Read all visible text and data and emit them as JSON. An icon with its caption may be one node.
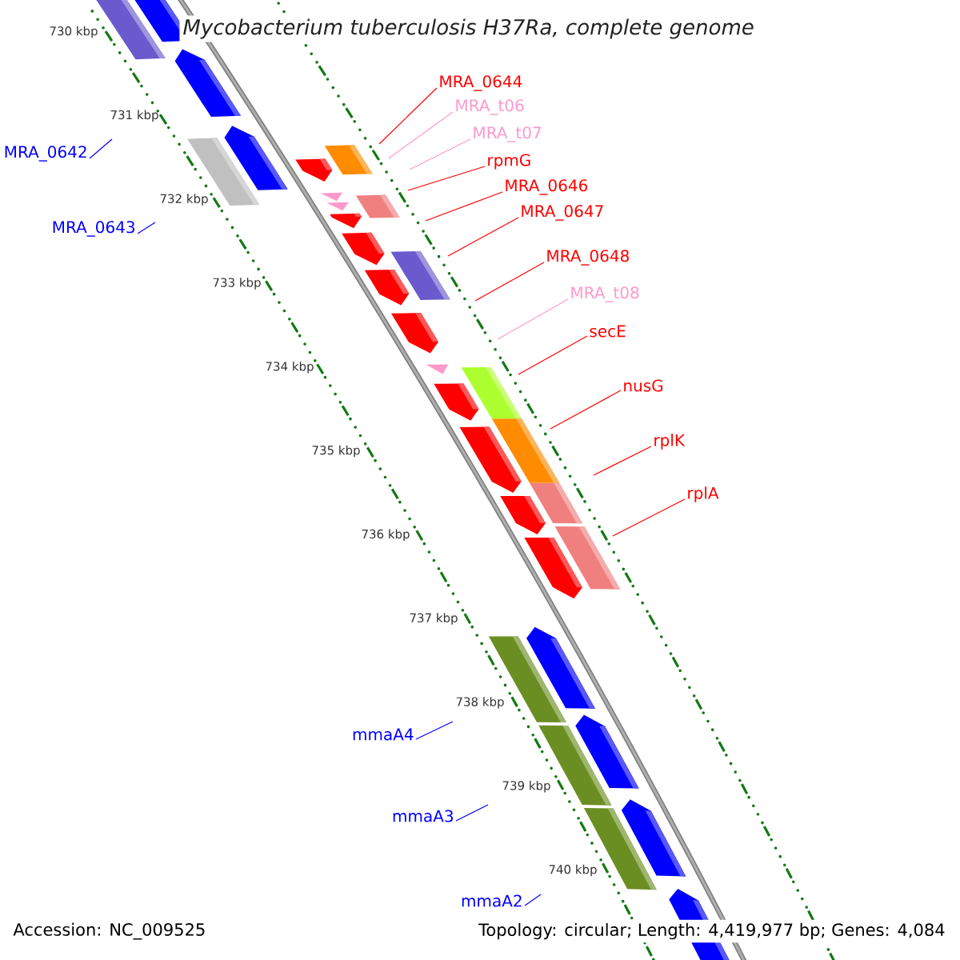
{
  "diagram": {
    "title": "Mycobacterium tuberculosis H37Ra, complete genome",
    "nodes": [
      {
        "text": [
          "MRA_0644"
        ]
      },
      {
        "text": [
          "MRA_t06"
        ]
      },
      {
        "text": [
          "MRA_t07"
        ]
      },
      {
        "text": [
          "MRA_0642"
        ]
      },
      {
        "text": [
          "rpmG"
        ]
      },
      {
        "text": [
          "MRA_0646"
        ]
      },
      {
        "text": [
          "MRA_0647"
        ]
      },
      {
        "text": [
          "MRA_0643"
        ]
      },
      {
        "text": [
          "MRA_0648"
        ]
      },
      {
        "text": [
          "MRA_t08"
        ]
      },
      {
        "text": [
          "secE"
        ]
      },
      {
        "text": [
          "nusG"
        ]
      },
      {
        "text": [
          "rplK"
        ]
      },
      {
        "text": [
          "rplA"
        ]
      },
      {
        "text": [
          "mmaA4"
        ]
      },
      {
        "text": [
          "mmaA3"
        ]
      },
      {
        "text": [
          "mmaA2"
        ]
      }
    ],
    "edges": [
      {
        "from": 0,
        "to": null,
        "arrow": "none"
      },
      {
        "from": 1,
        "to": null,
        "arrow": "none",
        "color": "#ff99cc"
      },
      {
        "from": 2,
        "to": null,
        "arrow": "none",
        "color": "#ff99cc"
      },
      {
        "from": 3,
        "to": null,
        "arrow": "none",
        "color": "#0000ff"
      },
      {
        "from": 4,
        "to": null,
        "arrow": "none"
      },
      {
        "from": 5,
        "to": null,
        "arrow": "none"
      },
      {
        "from": 6,
        "to": null,
        "arrow": "none"
      },
      {
        "from": 7,
        "to": null,
        "arrow": "none",
        "color": "#0000ff"
      },
      {
        "from": 8,
        "to": null,
        "arrow": "none"
      },
      {
        "from": 9,
        "to": null,
        "arrow": "none",
        "color": "#ff99cc"
      },
      {
        "from": 10,
        "to": null,
        "arrow": "none"
      },
      {
        "from": 11,
        "to": null,
        "arrow": "none"
      },
      {
        "from": 12,
        "to": null,
        "arrow": "none"
      },
      {
        "from": 13,
        "to": null,
        "arrow": "none"
      },
      {
        "from": 14,
        "to": null,
        "arrow": "none",
        "color": "#0000ff"
      },
      {
        "from": 15,
        "to": null,
        "arrow": "none",
        "color": "#0000ff"
      },
      {
        "from": 16,
        "to": null,
        "arrow": "none",
        "color": "#0000ff"
      }
    ],
    "labels": [
      "730 kbp",
      "731 kbp",
      "732 kbp",
      "733 kbp",
      "734 kbp",
      "735 kbp",
      "736 kbp",
      "737 kbp",
      "738 kbp",
      "739 kbp",
      "740 kbp",
      "Accession: NC_009525",
      "Topology: circular; Length: 4,419,977 bp; Genes: 4,084"
    ]
  }
}
